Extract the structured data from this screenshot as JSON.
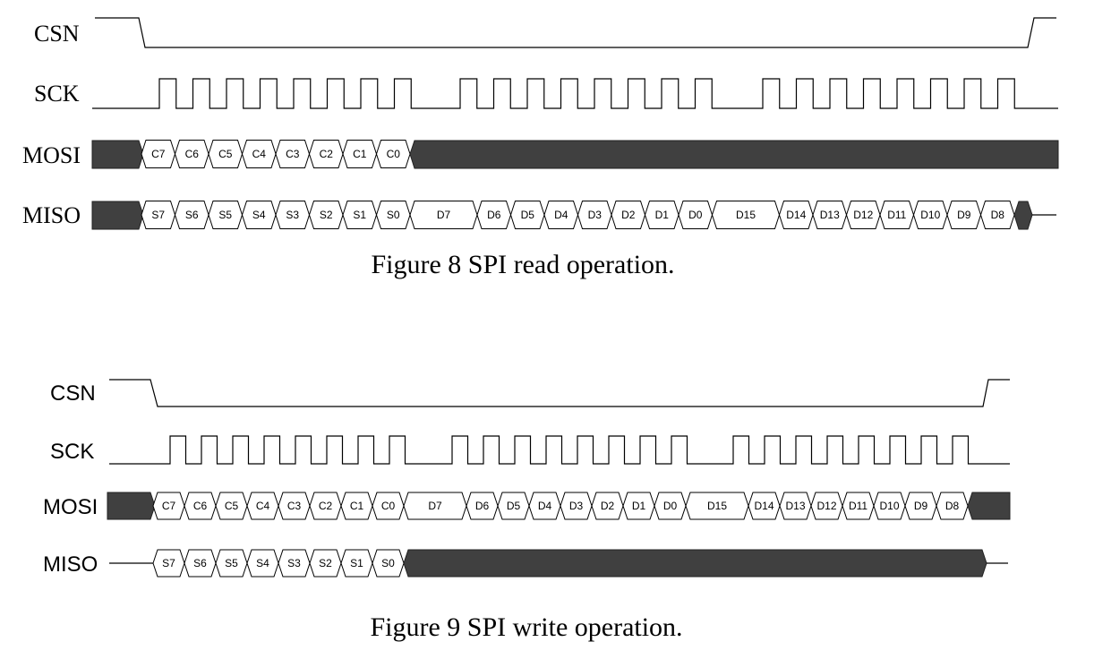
{
  "diagrams": [
    {
      "caption": "Figure 8 SPI read operation.",
      "label_font": "serif",
      "signals": {
        "csn": "CSN",
        "sck": "SCK",
        "mosi": "MOSI",
        "miso": "MISO"
      },
      "mosi_cells": [
        "C7",
        "C6",
        "C5",
        "C4",
        "C3",
        "C2",
        "C1",
        "C0"
      ],
      "miso_cells": [
        "S7",
        "S6",
        "S5",
        "S4",
        "S3",
        "S2",
        "S1",
        "S0",
        "D7",
        "D6",
        "D5",
        "D4",
        "D3",
        "D2",
        "D1",
        "D0",
        "D15",
        "D14",
        "D13",
        "D12",
        "D11",
        "D10",
        "D9",
        "D8"
      ]
    },
    {
      "caption": "Figure 9 SPI write operation.",
      "label_font": "sans",
      "signals": {
        "csn": "CSN",
        "sck": "SCK",
        "mosi": "MOSI",
        "miso": "MISO"
      },
      "mosi_cells": [
        "C7",
        "C6",
        "C5",
        "C4",
        "C3",
        "C2",
        "C1",
        "C0",
        "D7",
        "D6",
        "D5",
        "D4",
        "D3",
        "D2",
        "D1",
        "D0",
        "D15",
        "D14",
        "D13",
        "D12",
        "D11",
        "D10",
        "D9",
        "D8"
      ],
      "miso_cells": [
        "S7",
        "S6",
        "S5",
        "S4",
        "S3",
        "S2",
        "S1",
        "S0"
      ]
    }
  ],
  "colors": {
    "bus_fill": "#404040",
    "line": "#000000"
  }
}
